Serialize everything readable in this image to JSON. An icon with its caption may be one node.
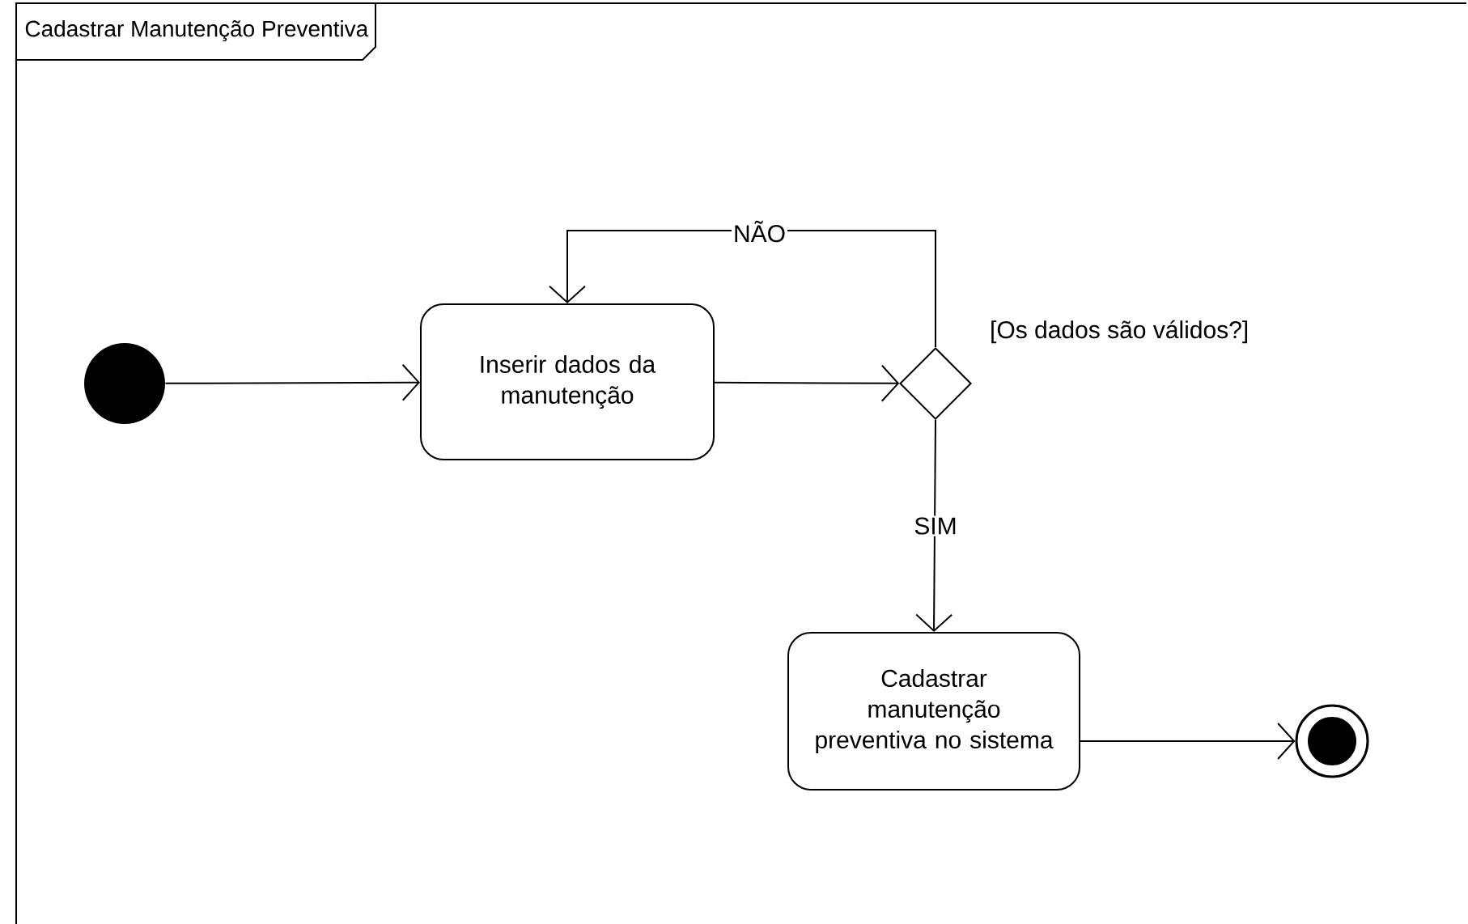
{
  "diagram": {
    "nodes": [
      {
        "text": [
          "Cadastrar Manutenção Preventiva"
        ]
      },
      {
        "text": [],
        "shape": "circle",
        "in": 0
      },
      {
        "text": [
          "Inserir dados da manutenção"
        ],
        "in": 0
      },
      {
        "text": [],
        "shape": "diamond",
        "in": 0,
        "beside": [
          "[Os dados são válidos?]"
        ]
      },
      {
        "text": [
          "Cadastrar manutenção preventiva no sistema"
        ],
        "in": 0
      },
      {
        "text": [],
        "shape": "bullseye",
        "in": 0
      }
    ],
    "edges": [
      {
        "from": 1,
        "to": 2,
        "arrow": "to"
      },
      {
        "from": 2,
        "to": 3,
        "arrow": "to"
      },
      {
        "from": 3,
        "to": 2,
        "arrow": "to",
        "label": "NÃO"
      },
      {
        "from": 3,
        "to": 4,
        "arrow": "to",
        "label": "SIM"
      },
      {
        "from": 4,
        "to": 5,
        "arrow": "to"
      }
    ]
  }
}
